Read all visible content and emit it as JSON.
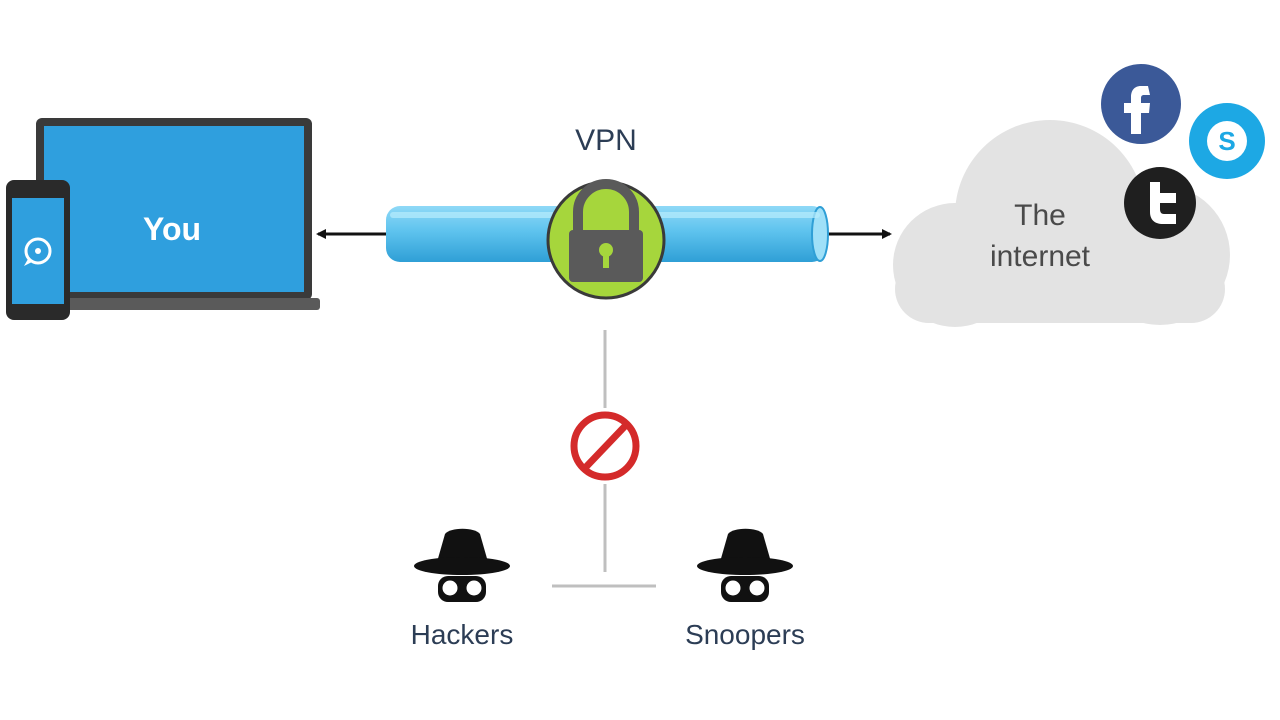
{
  "diagram": {
    "title": "VPN",
    "you_label": "You",
    "internet_label_line1": "The",
    "internet_label_line2": "internet",
    "hackers_label": "Hackers",
    "snoopers_label": "Snoopers",
    "icons": {
      "lock": "padlock-icon",
      "blocked": "no-entry-icon",
      "facebook": "facebook-icon",
      "skype": "skype-icon",
      "twitter": "twitter-icon",
      "spy": "spy-icon",
      "device_app": "chat-app-icon"
    },
    "colors": {
      "screen_blue": "#2f9fde",
      "device_frame": "#3a3a3a",
      "tunnel_blue": "#5ec3ee",
      "lock_green": "#a6d63c",
      "lock_grey": "#5a5a5a",
      "cloud_grey": "#e3e3e3",
      "block_red": "#d42a2a",
      "facebook_blue": "#3b5998",
      "skype_blue": "#1da8e4",
      "twitter_black": "#1f1f1f",
      "label_navy": "#2c3d55",
      "connector_grey": "#bfbfbf"
    }
  }
}
